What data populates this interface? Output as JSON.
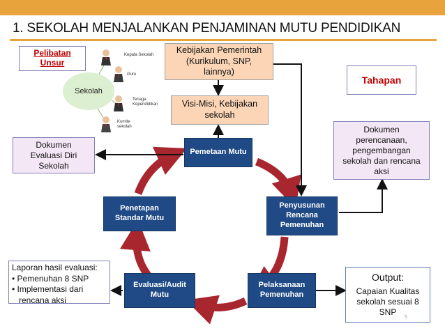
{
  "title": "1. SEKOLAH MENJALANKAN PENJAMINAN MUTU PENDIDIKAN",
  "pelibatan": {
    "line1": "Pelibatan",
    "line2": "Unsur"
  },
  "sekolah": "Sekolah",
  "stakeholders": [
    "Kepala Sekolah",
    "Guru",
    "Tenaga Kependidikan",
    "Komite sekolah"
  ],
  "kebijakan": "Kebijakan Pemerintah (Kurikulum, SNP, lainnya)",
  "visimisi": "Visi-Misi, Kebijakan sekolah",
  "tahapan": "Tahapan",
  "dok_evaluasi": "Dokumen Evaluasi Diri Sekolah",
  "dok_perencanaan": "Dokumen perencanaan, pengembangan sekolah dan rencana aksi",
  "cycle": {
    "pemetaan": "Pemetaan Mutu",
    "penyusunan": "Penyusunan Rencana Pemenuhan",
    "pelaksanaan": "Pelaksanaan Pemenuhan",
    "evaluasi": "Evaluasi/Audit Mutu",
    "penetapan": "Penetapan Standar Mutu"
  },
  "laporan": {
    "heading": "Laporan hasil evaluasi:",
    "items": [
      "• Pemenuhan 8 SNP",
      "• Implementasi dari",
      "   rencana aksi"
    ]
  },
  "output": {
    "heading": "Output:",
    "body": "Capaian Kualitas sekolah sesuai 8 SNP"
  },
  "page_number": "5",
  "colors": {
    "accent": "#e8a33c",
    "node_blue": "#1f4a85",
    "cycle_arrow": "#a8262e",
    "label_red": "#c00000"
  }
}
